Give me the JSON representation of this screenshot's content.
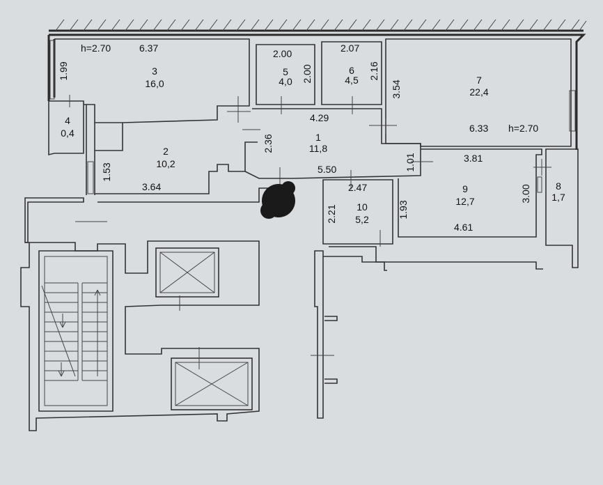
{
  "rooms": [
    {
      "id": "r1",
      "number": "1",
      "area": "11,8"
    },
    {
      "id": "r2",
      "number": "2",
      "area": "10,2"
    },
    {
      "id": "r3",
      "number": "3",
      "area": "16,0"
    },
    {
      "id": "r4",
      "number": "4",
      "area": "0,4"
    },
    {
      "id": "r5",
      "number": "5",
      "area": "4,0"
    },
    {
      "id": "r6",
      "number": "6",
      "area": "4,5"
    },
    {
      "id": "r7",
      "number": "7",
      "area": "22,4"
    },
    {
      "id": "r8",
      "number": "8",
      "area": "1,7"
    },
    {
      "id": "r9",
      "number": "9",
      "area": "12,7"
    },
    {
      "id": "r10",
      "number": "10",
      "area": "5,2"
    }
  ],
  "dimensions": [
    {
      "id": "d_h1",
      "text": "h=2.70"
    },
    {
      "id": "d_637",
      "text": "6.37"
    },
    {
      "id": "d_199",
      "text": "1.99"
    },
    {
      "id": "d_200a",
      "text": "2.00"
    },
    {
      "id": "d_200b",
      "text": "2.00"
    },
    {
      "id": "d_207",
      "text": "2.07"
    },
    {
      "id": "d_216",
      "text": "2.16"
    },
    {
      "id": "d_354",
      "text": "3.54"
    },
    {
      "id": "d_429",
      "text": "4.29"
    },
    {
      "id": "d_236",
      "text": "2.36"
    },
    {
      "id": "d_633",
      "text": "6.33"
    },
    {
      "id": "d_h2",
      "text": "h=2.70"
    },
    {
      "id": "d_153",
      "text": "1.53"
    },
    {
      "id": "d_364",
      "text": "3.64"
    },
    {
      "id": "d_550",
      "text": "5.50"
    },
    {
      "id": "d_101",
      "text": "1.01"
    },
    {
      "id": "d_381",
      "text": "3.81"
    },
    {
      "id": "d_247",
      "text": "2.47"
    },
    {
      "id": "d_300",
      "text": "3.00"
    },
    {
      "id": "d_221",
      "text": "2.21"
    },
    {
      "id": "d_193",
      "text": "1.93"
    },
    {
      "id": "d_461",
      "text": "4.61"
    }
  ],
  "colors": {
    "paper": "#d9dde0",
    "ink": "#2b2b2b",
    "stain": "#1a1a1a"
  }
}
